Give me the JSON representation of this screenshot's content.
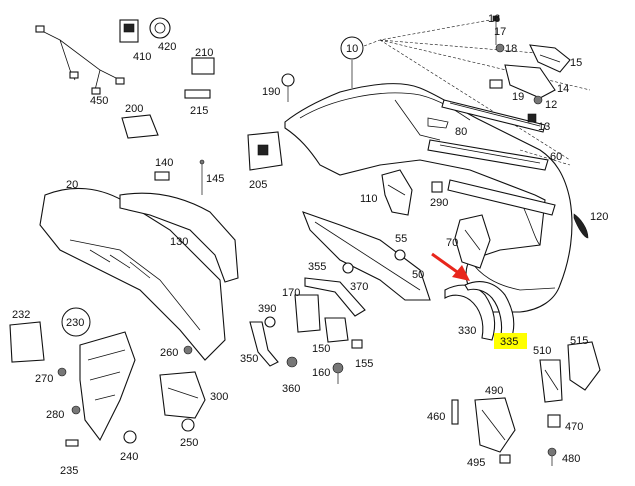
{
  "callouts": {
    "c10": "10",
    "c16": "16",
    "c17": "17",
    "c18": "18",
    "c15": "15",
    "c14": "14",
    "c19": "19",
    "c12": "12",
    "c13": "13",
    "c80": "80",
    "c60": "60",
    "c120": "120",
    "c110": "110",
    "c290": "290",
    "c70": "70",
    "c55": "55",
    "c50": "50",
    "c370": "370",
    "c355": "355",
    "c170": "170",
    "c390": "390",
    "c150": "150",
    "c155": "155",
    "c350": "350",
    "c360": "360",
    "c160": "160",
    "c330": "330",
    "c335": "335",
    "c510": "510",
    "c515": "515",
    "c490": "490",
    "c460": "460",
    "c470": "470",
    "c495": "495",
    "c480": "480",
    "c450": "450",
    "c410": "410",
    "c420": "420",
    "c210": "210",
    "c215": "215",
    "c190": "190",
    "c200": "200",
    "c205": "205",
    "c140": "140",
    "c145": "145",
    "c20": "20",
    "c130": "130",
    "c232": "232",
    "c230": "230",
    "c270": "270",
    "c280": "280",
    "c235": "235",
    "c240": "240",
    "c260": "260",
    "c300": "300",
    "c250": "250"
  },
  "colors": {
    "highlight": "#ffff00",
    "arrow": "#e8261c",
    "ink": "#111111"
  },
  "highlighted_part": "335"
}
